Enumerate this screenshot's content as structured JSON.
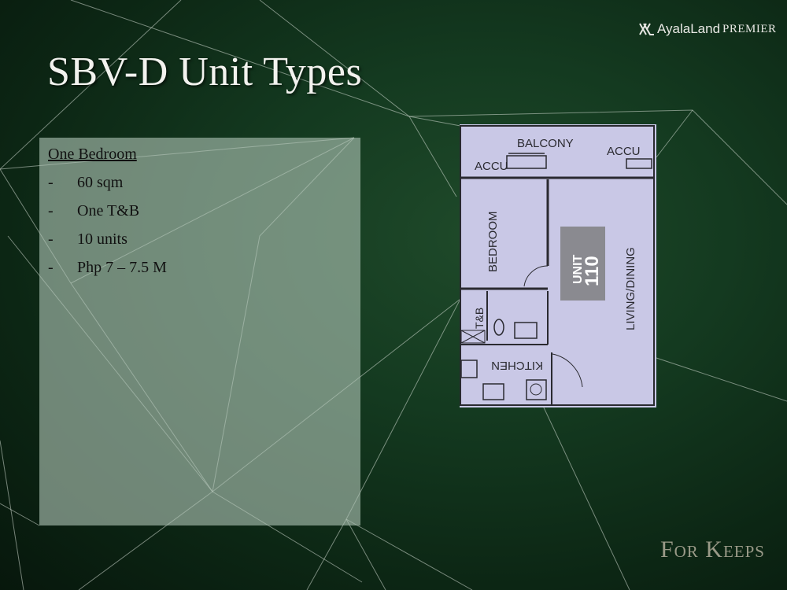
{
  "header": {
    "title": "SBV-D Unit Types",
    "logo_text": "AyalaLand",
    "logo_suffix": "Premier"
  },
  "unit_info": {
    "heading": "One Bedroom",
    "items": [
      "60 sqm",
      "One T&B",
      "10 units",
      "Php 7 – 7.5 M"
    ],
    "bullet": "-"
  },
  "floor_plan": {
    "balcony": "BALCONY",
    "accu_left": "ACCU",
    "accu_right": "ACCU",
    "bedroom": "BEDROOM",
    "tb": "T&B",
    "kitchen": "KITCHEN",
    "living": "LIVING/DINING",
    "unit_word": "UNIT",
    "unit_number": "110"
  },
  "footer": {
    "tagline": "For Keeps"
  },
  "colors": {
    "plan_fill": "#c9c8e6",
    "wall": "#2a2a30",
    "unit_box": "#8a8a90"
  }
}
